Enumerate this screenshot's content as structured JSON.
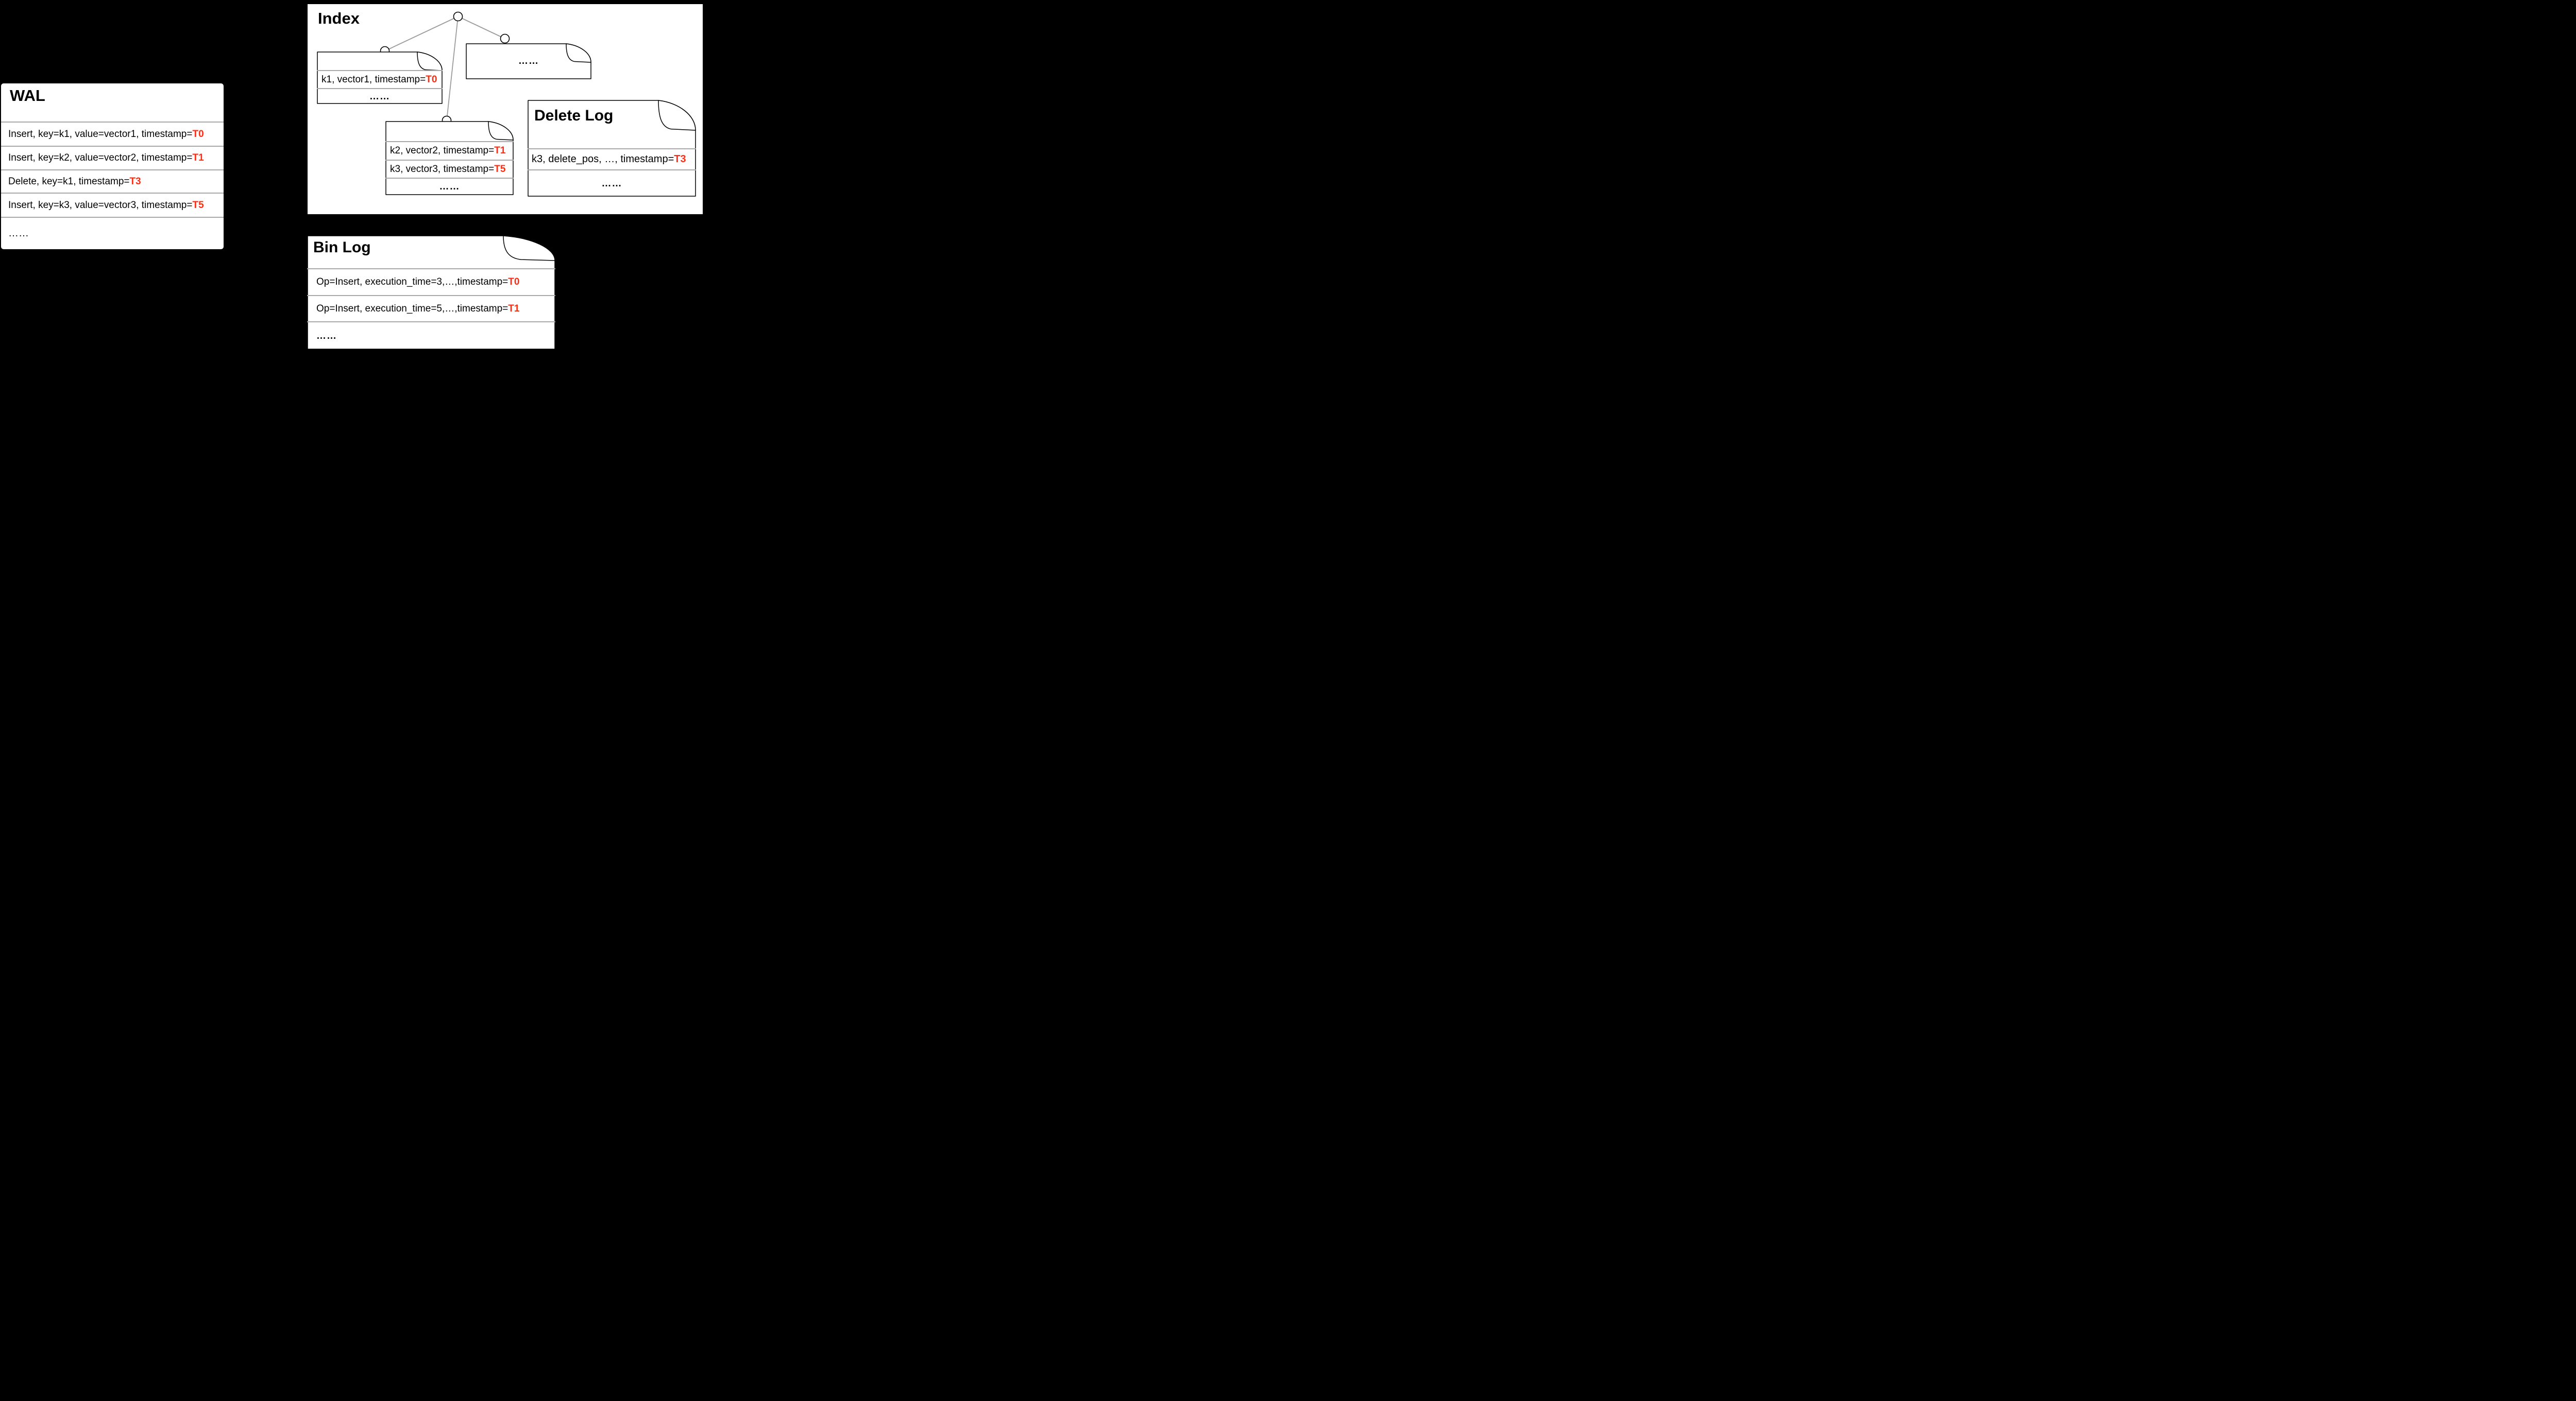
{
  "colors": {
    "background": "#000000",
    "highlight_red": "#FA2E14",
    "divider_gray": "#A9A9A9",
    "tree_line_gray": "#9B9B9B",
    "box_fill": "#FFFFFF",
    "box_border": "#000000"
  },
  "wal": {
    "title": "WAL",
    "rows": [
      {
        "text": "Insert, key=k1, value=vector1, timestamp=",
        "highlight": "T0"
      },
      {
        "text": "Insert, key=k2, value=vector2, timestamp=",
        "highlight": "T1"
      },
      {
        "text": "Delete, key=k1, timestamp=",
        "highlight": "T3"
      },
      {
        "text": "Insert, key=k3, value=vector3, timestamp=",
        "highlight": "T5"
      },
      {
        "text": "……",
        "highlight": ""
      }
    ]
  },
  "index": {
    "title": "Index",
    "leaf_k1": {
      "rows": [
        {
          "text": "k1, vector1, timestamp=",
          "highlight": "T0"
        },
        {
          "text": "……",
          "highlight": ""
        }
      ]
    },
    "leaf_more": {
      "rows": [
        {
          "text": "……",
          "highlight": ""
        }
      ]
    },
    "leaf_k2k3": {
      "rows": [
        {
          "text": "k2, vector2, timestamp=",
          "highlight": "T1"
        },
        {
          "text": "k3, vector3, timestamp=",
          "highlight": "T5"
        },
        {
          "text": "……",
          "highlight": ""
        }
      ]
    }
  },
  "delete_log": {
    "title": "Delete Log",
    "rows": [
      {
        "text": "k3, delete_pos, …, timestamp=",
        "highlight": "T3"
      },
      {
        "text": "……",
        "highlight": ""
      }
    ]
  },
  "bin_log": {
    "title": "Bin Log",
    "rows": [
      {
        "text": "Op=Insert, execution_time=3,…,timestamp=",
        "highlight": "T0"
      },
      {
        "text": "Op=Insert, execution_time=5,…,timestamp=",
        "highlight": "T1"
      },
      {
        "text": "……",
        "highlight": ""
      }
    ]
  }
}
